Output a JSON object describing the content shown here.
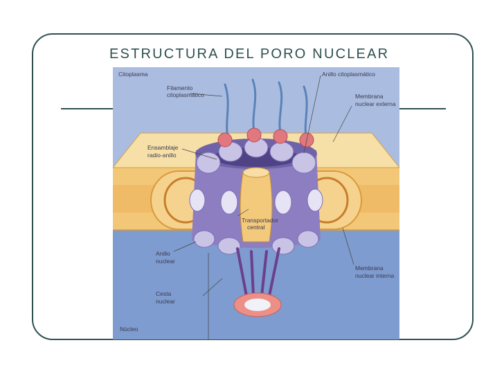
{
  "slide": {
    "title": "ESTRUCTURA DEL PORO NUCLEAR"
  },
  "figure": {
    "labels": {
      "citoplasma": "Citoplasma",
      "anillo_citoplasmatico": "Anillo citoplasmático",
      "filamento_1": "Filamento",
      "filamento_2": "citoplasmático",
      "membrana_ext_1": "Membrana",
      "membrana_ext_2": "nuclear externa",
      "ensamblaje_1": "Ensamblaje",
      "ensamblaje_2": "radio-anillo",
      "transportador_1": "Transportador",
      "transportador_2": "central",
      "anillo_nuclear_1": "Anillo",
      "anillo_nuclear_2": "nuclear",
      "membrana_int_1": "Membrana",
      "membrana_int_2": "nuclear interna",
      "cesta_1": "Cesta",
      "cesta_2": "nuclear",
      "nucleo": "Núcleo"
    },
    "colors": {
      "cytoplasm": "#aabde0",
      "nucleoplasm": "#7e9ccf",
      "membrane": "#f2c878",
      "membrane_edge": "#d99a3a",
      "ring": "#8c7ec0",
      "ring_light": "#b9b3dd",
      "transporter": "#f3c97c",
      "filament": "#5a82b8",
      "knob": "#e0787e",
      "basket": "#6b3f8e"
    }
  }
}
